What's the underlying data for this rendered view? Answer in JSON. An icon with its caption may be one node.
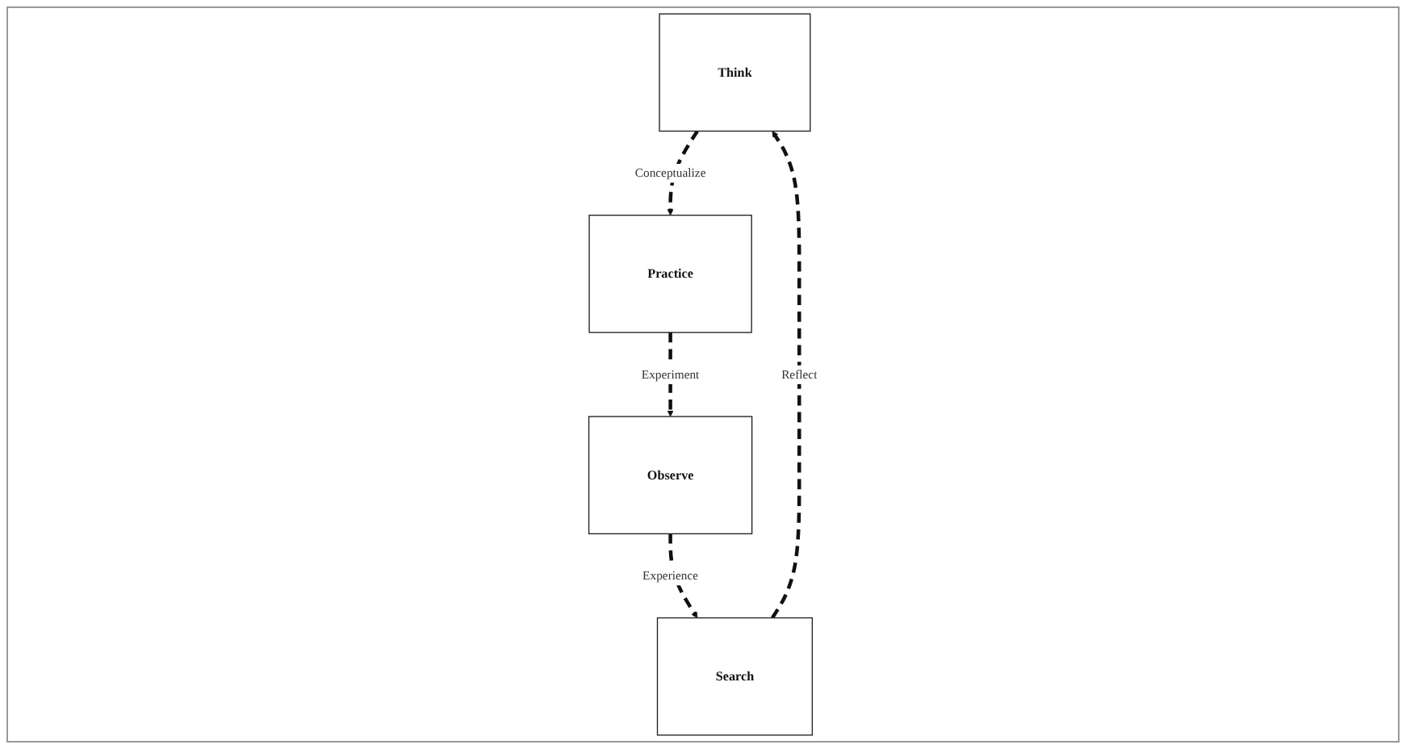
{
  "diagram": {
    "nodes": [
      {
        "text": [
          "Think"
        ]
      },
      {
        "text": [
          "Practice"
        ]
      },
      {
        "text": [
          "Observe"
        ]
      },
      {
        "text": [
          "Search"
        ]
      }
    ],
    "edges": [
      {
        "from": 0,
        "to": 1,
        "arrow": "to",
        "label": "Conceptualize",
        "style": "dashed"
      },
      {
        "from": 1,
        "to": 2,
        "arrow": "to",
        "label": "Experiment",
        "style": "dashed"
      },
      {
        "from": 2,
        "to": 3,
        "arrow": "to",
        "label": "Experience",
        "style": "dashed"
      },
      {
        "from": 3,
        "to": 0,
        "arrow": "to",
        "label": "Reflect",
        "style": "dashed"
      }
    ]
  }
}
